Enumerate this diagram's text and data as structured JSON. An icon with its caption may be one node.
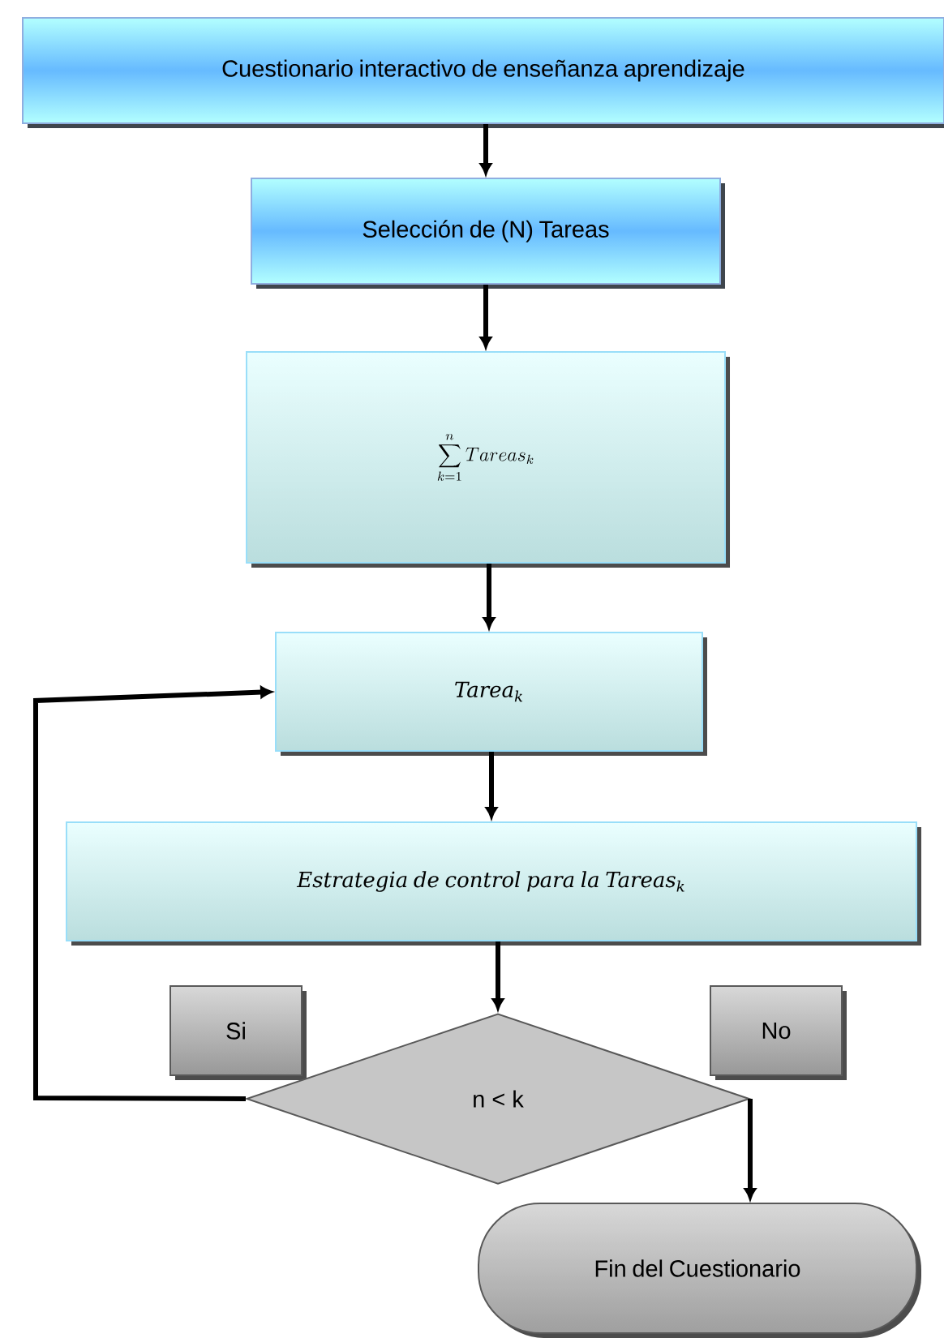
{
  "diagram": {
    "nodes": [
      {
        "text": [
          "Cuestionario interactivo de enseñanza aprendizaje"
        ]
      },
      {
        "text": [
          "Selección de (N) Tareas"
        ]
      },
      {
        "text": [
          "\\sum_{k=1}^{n} Tareas_{k}"
        ]
      },
      {
        "text": [
          "Tarea$_{k}$"
        ]
      },
      {
        "text": [
          "Estrategia de control para la Tareas$_{k}$"
        ]
      },
      {
        "text": [
          "Si"
        ]
      },
      {
        "text": [
          "No"
        ]
      },
      {
        "text": [
          "n < k"
        ]
      },
      {
        "text": [
          "Fin del Cuestionario"
        ]
      }
    ],
    "edges": [
      {
        "from": 0,
        "to": 1,
        "arrow": "to"
      },
      {
        "from": 1,
        "to": 2,
        "arrow": "to"
      },
      {
        "from": 2,
        "to": 3,
        "arrow": "to"
      },
      {
        "from": 3,
        "to": 4,
        "arrow": "to"
      },
      {
        "from": 4,
        "to": 7,
        "arrow": "to"
      },
      {
        "from": 7,
        "to": 3,
        "arrow": "to"
      },
      {
        "from": 7,
        "to": 8,
        "arrow": "to"
      }
    ]
  }
}
